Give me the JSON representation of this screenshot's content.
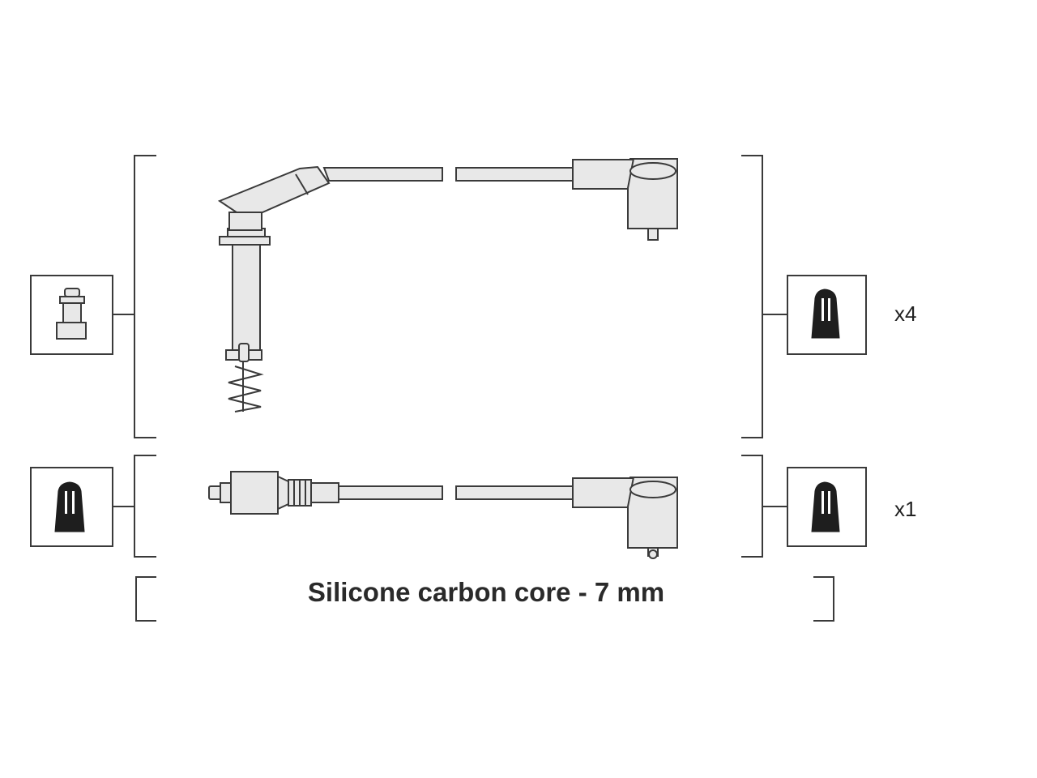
{
  "quantities": {
    "top": "x4",
    "bottom": "x1"
  },
  "caption": "Silicone carbon core - 7 mm",
  "icons": {
    "top_left": "plug-connector-icon",
    "top_right": "boot-cap-icon",
    "bottom_left": "boot-cap-icon",
    "bottom_right": "boot-cap-icon"
  },
  "colors": {
    "ink": "#3a3a3a",
    "part_fill": "#e8e8e8",
    "cap": "#1e1e1e"
  }
}
